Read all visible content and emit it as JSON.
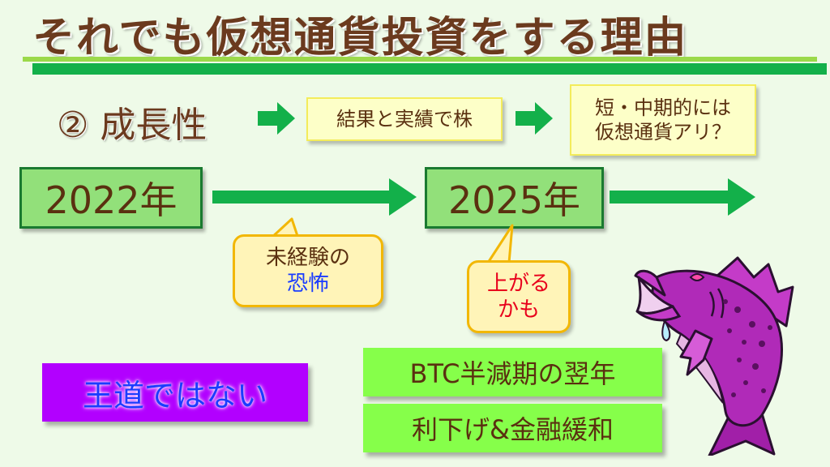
{
  "title": "それでも仮想通貨投資をする理由",
  "growth_label": "② 成長性",
  "note_result": "結果と実績で株",
  "note_short_mid": [
    "短・中期的には",
    "仮想通貨アリ？"
  ],
  "years": [
    "2022年",
    "2025年"
  ],
  "bubble_fear": {
    "line1": "未経験の",
    "line2": "恐怖"
  },
  "bubble_rise": {
    "line1": "上がる",
    "line2": "かも"
  },
  "not_mainstream": "王道ではない",
  "reasons": [
    "BTC半減期の翌年",
    "利下げ&金融緩和"
  ],
  "colors": {
    "title_text": "#6b3a1e",
    "arrow_green": "#13b04a",
    "purple": "#b200ff",
    "lime": "#86ff4a",
    "fear_text_blue": "#1a3cff",
    "rise_text_red": "#e8001c"
  },
  "illustration": "purple-fish-icon"
}
